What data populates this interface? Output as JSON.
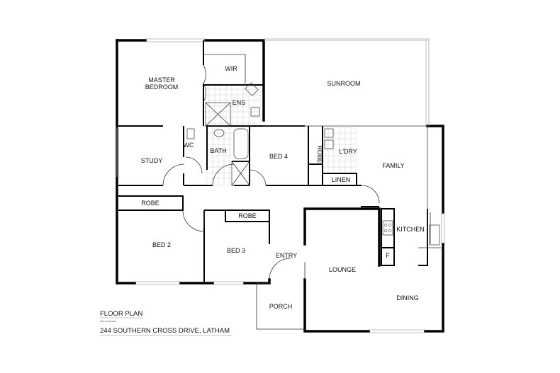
{
  "plan": {
    "title": "FLOOR PLAN",
    "scale_note": "NOT TO SCALE",
    "address": "244 SOUTHERN CROSS DRIVE, LATHAM"
  },
  "rooms": {
    "master_bedroom_1": "MASTER",
    "master_bedroom_2": "BEDROOM",
    "wir": "WIR",
    "ens": "ENS",
    "sunroom": "SUNROOM",
    "wc": "WC",
    "bath": "BATH",
    "study": "STUDY",
    "bed4": "BED 4",
    "robe_bed4": "ROBE",
    "laundry": "L'DRY",
    "family": "FAMILY",
    "linen": "LINEN",
    "robe_bed2": "ROBE",
    "robe_bed3": "ROBE",
    "kitchen": "KITCHEN",
    "fridge": "F",
    "bed2": "BED 2",
    "bed3": "BED 3",
    "entry": "ENTRY",
    "lounge": "LOUNGE",
    "dining": "DINING",
    "porch": "PORCH"
  }
}
